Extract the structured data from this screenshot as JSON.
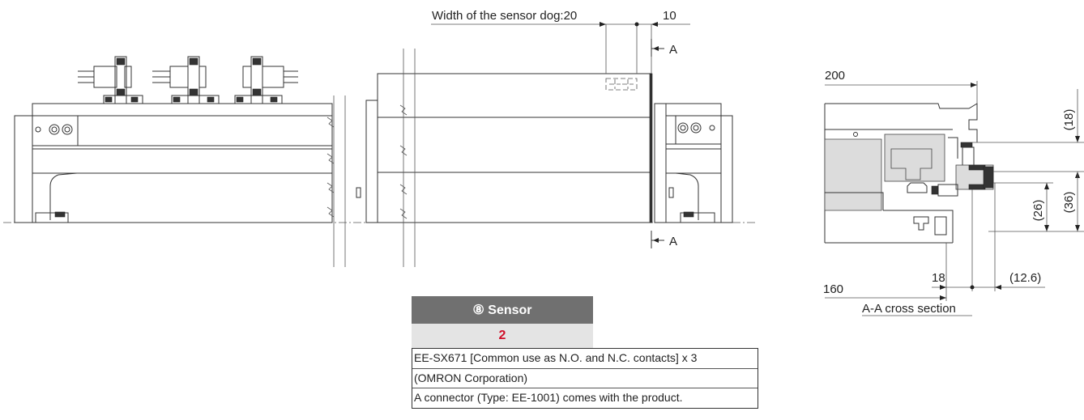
{
  "front_view": {
    "sensor_dog_width_label": "Width of the sensor dog:20",
    "offset_label": "10",
    "section_mark_top": "A",
    "section_mark_bottom": "A"
  },
  "cross_section": {
    "dim_top_width": "200",
    "dim_18_right": "(18)",
    "dim_36": "(36)",
    "dim_26": "(26)",
    "dim_18_bottom": "18",
    "dim_12_6": "(12.6)",
    "dim_160": "160",
    "caption": "A-A cross section"
  },
  "sensor_table": {
    "header": "⑧ Sensor",
    "quantity": "2",
    "lines": [
      "EE-SX671 [Common use as N.O. and N.C. contacts] x 3",
      "(OMRON Corporation)",
      "A connector (Type: EE-1001) comes with the product."
    ],
    "quantity_color": "#d0102a",
    "header_color": "#707070"
  }
}
